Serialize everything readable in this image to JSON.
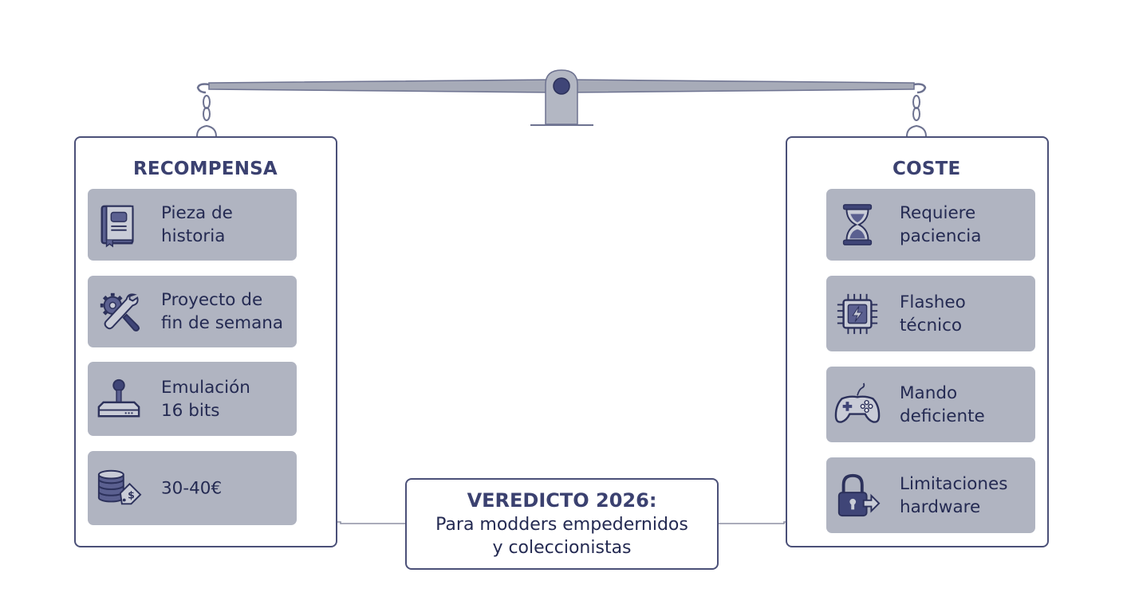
{
  "recompensa": {
    "title": "RECOMPENSA",
    "items": [
      {
        "icon": "book-icon",
        "label": "Pieza de\nhistoria"
      },
      {
        "icon": "tools-icon",
        "label": "Proyecto de\nfin de semana"
      },
      {
        "icon": "joystick-icon",
        "label": "Emulación\n16 bits"
      },
      {
        "icon": "coins-price-tag-icon",
        "label": "30-40€"
      }
    ]
  },
  "coste": {
    "title": "COSTE",
    "items": [
      {
        "icon": "hourglass-icon",
        "label": "Requiere\npaciencia"
      },
      {
        "icon": "chip-flash-icon",
        "label": "Flasheo\ntécnico"
      },
      {
        "icon": "gamepad-icon",
        "label": "Mando\ndeficiente"
      },
      {
        "icon": "padlock-arrow-icon",
        "label": "Limitaciones\nhardware"
      }
    ]
  },
  "verdict": {
    "title": "VEREDICTO 2026:",
    "text": "Para modders empedernidos\ny coleccionistas"
  },
  "colors": {
    "outline": "#4b5078",
    "card": "#b0b4c1",
    "beam": "#a7abb8",
    "text": "#242a52"
  }
}
